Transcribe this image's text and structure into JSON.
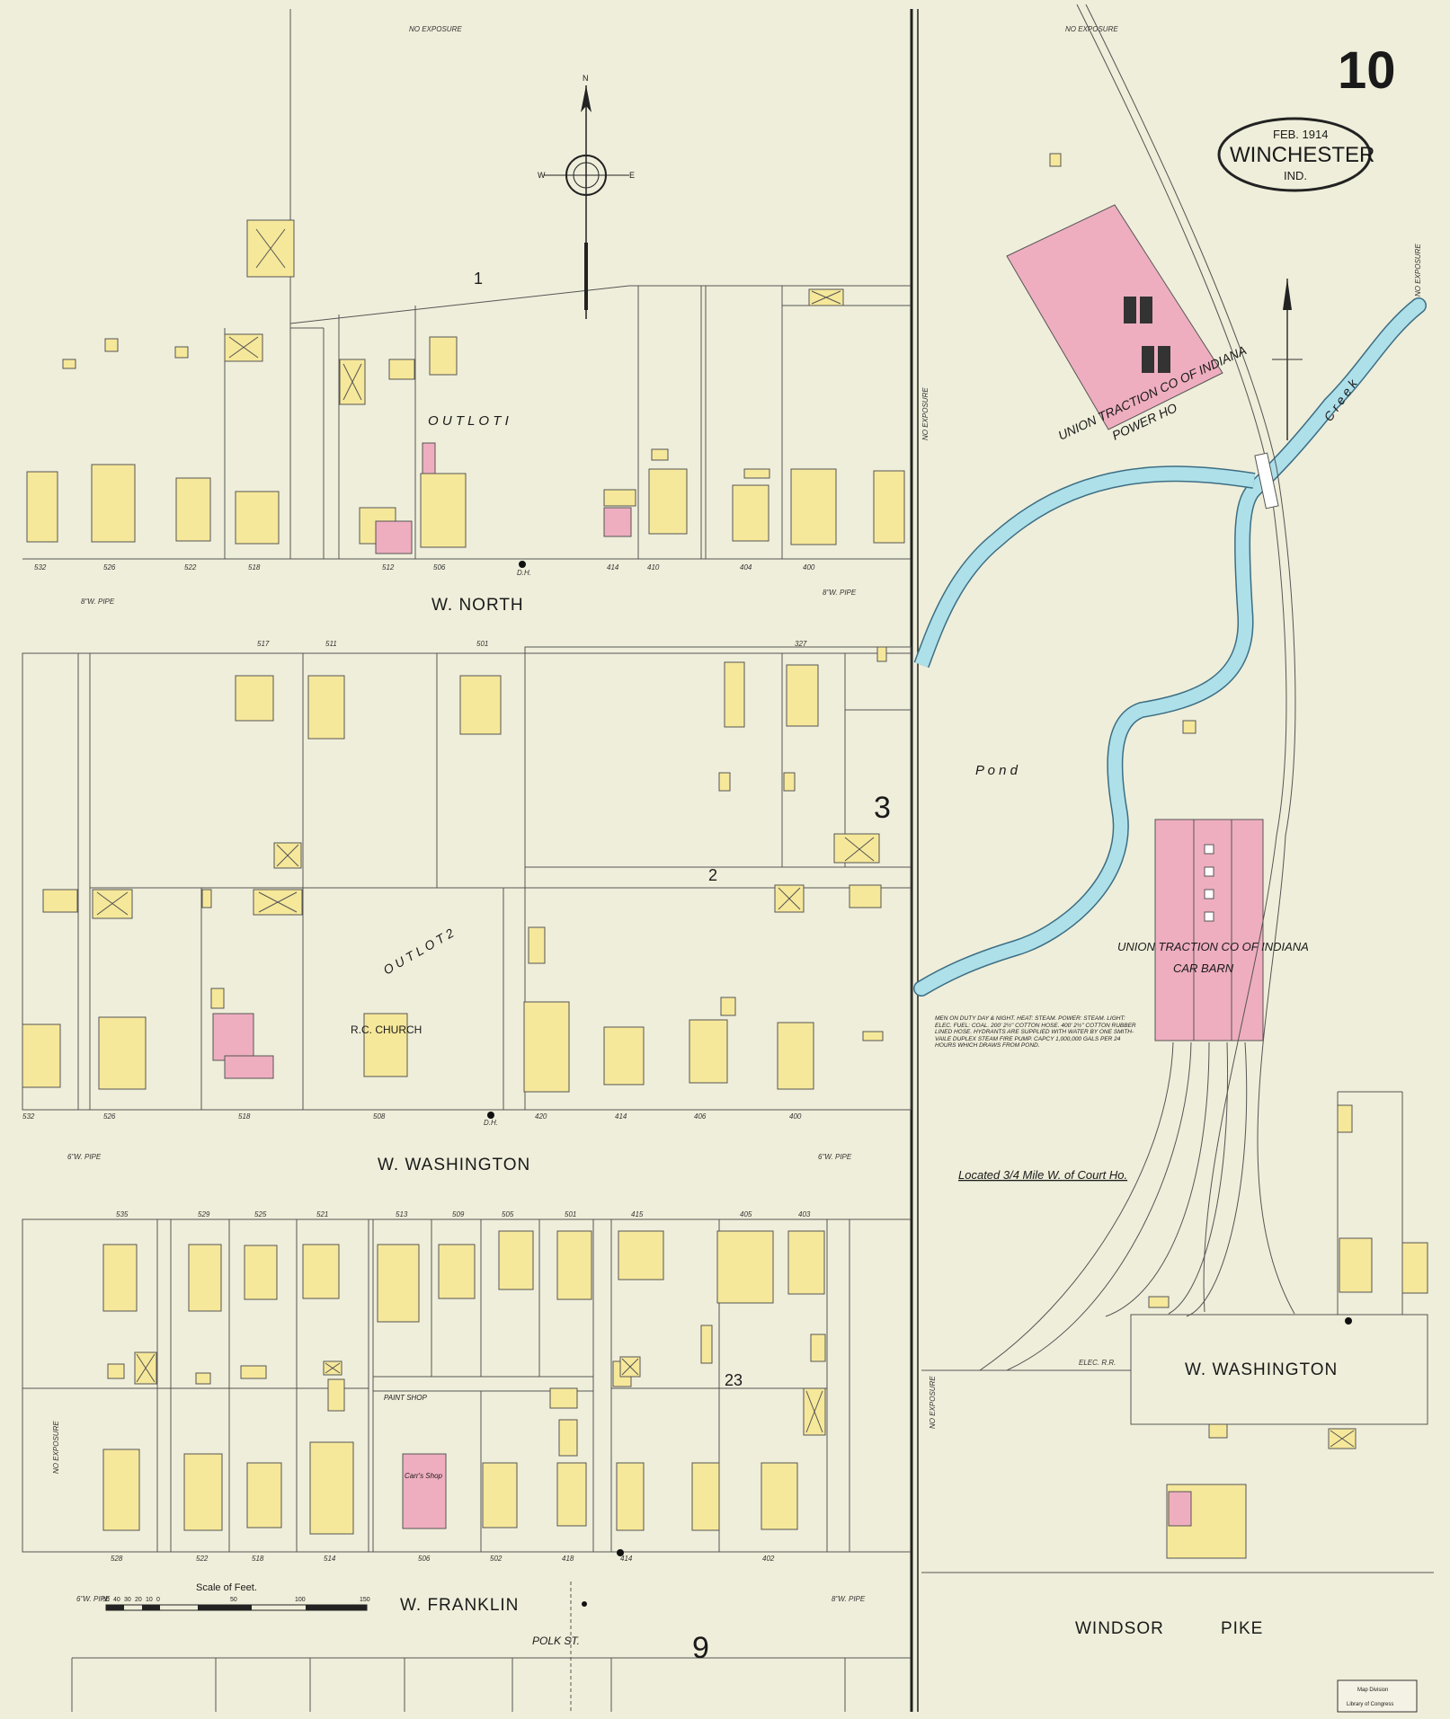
{
  "sheet": {
    "number": "10",
    "cartouche": {
      "date": "FEB. 1914",
      "city": "WINCHESTER",
      "state": "IND."
    }
  },
  "colors": {
    "paper": "#efeeda",
    "frame_brick": "#f6e89a",
    "brick": "#eeaec0",
    "water": "#aee0ea",
    "line": "#555555"
  },
  "streets": {
    "w_north": "W. NORTH",
    "w_washington": "W. WASHINGTON",
    "w_washington_east": "W. WASHINGTON",
    "w_franklin": "W. FRANKLIN",
    "windsor_pike_1": "WINDSOR",
    "windsor_pike_2": "PIKE",
    "polk_st": "POLK ST."
  },
  "labels": {
    "no_exposure": "NO EXPOSURE",
    "out_lot_1": "O U T   L O T   I",
    "out_lot_2": "O U T   L O T   2",
    "rc_church": "R.C. CHURCH",
    "paint_shop": "PAINT SHOP",
    "carr_shop": "Carr's Shop",
    "pond": "P o n d",
    "creek": "C r e e k",
    "power_house_1": "UNION TRACTION CO OF INDIANA",
    "power_house_2": "POWER HO",
    "car_barn_1": "UNION TRACTION CO OF INDIANA",
    "car_barn_2": "CAR BARN",
    "located": "Located 3/4 Mile W. of Court Ho.",
    "scale_of_feet": "Scale of Feet.",
    "eight_w_pipe": "8\"W. PIPE",
    "six_w_pipe": "6\"W. PIPE",
    "elec_rr": "ELEC. R.R.",
    "library_stamp_1": "Map Division",
    "library_stamp_2": "Library of Congress",
    "notes": "MEN ON DUTY DAY & NIGHT. HEAT: STEAM. POWER: STEAM. LIGHT: ELEC. FUEL: COAL. 200' 2½\" COTTON HOSE. 400' 2½\" COTTON RUBBER LINED HOSE. HYDRANTS ARE SUPPLIED WITH WATER BY ONE SMITH-VAILE DUPLEX STEAM FIRE PUMP. CAPCY 1,000,000 GALS PER 24 HOURS WHICH DRAWS FROM POND."
  },
  "block_numbers": [
    "1",
    "2",
    "3",
    "9",
    "23"
  ],
  "compass": {
    "north_letter": "N",
    "east_letter": "E",
    "west_letter": "W"
  },
  "scale": {
    "ticks": [
      "50",
      "40",
      "30",
      "20",
      "10",
      "0",
      "50",
      "100",
      "150"
    ]
  },
  "addresses": {
    "w_north_south_side": [
      "532",
      "526",
      "522",
      "518",
      "512",
      "506",
      "D.H.",
      "414",
      "410",
      "404",
      "400"
    ],
    "w_north_north_side": [
      "517",
      "511",
      "501",
      "327"
    ],
    "w_washington_north_side": [
      "532",
      "526",
      "518",
      "508",
      "D.H.",
      "420",
      "414",
      "406",
      "400"
    ],
    "w_washington_south_side": [
      "535",
      "529",
      "525",
      "521",
      "513",
      "509",
      "505",
      "501",
      "415",
      "405",
      "403"
    ],
    "w_franklin_north_side": [
      "528",
      "522",
      "518",
      "514",
      "506",
      "502",
      "418",
      "414",
      "402"
    ]
  }
}
